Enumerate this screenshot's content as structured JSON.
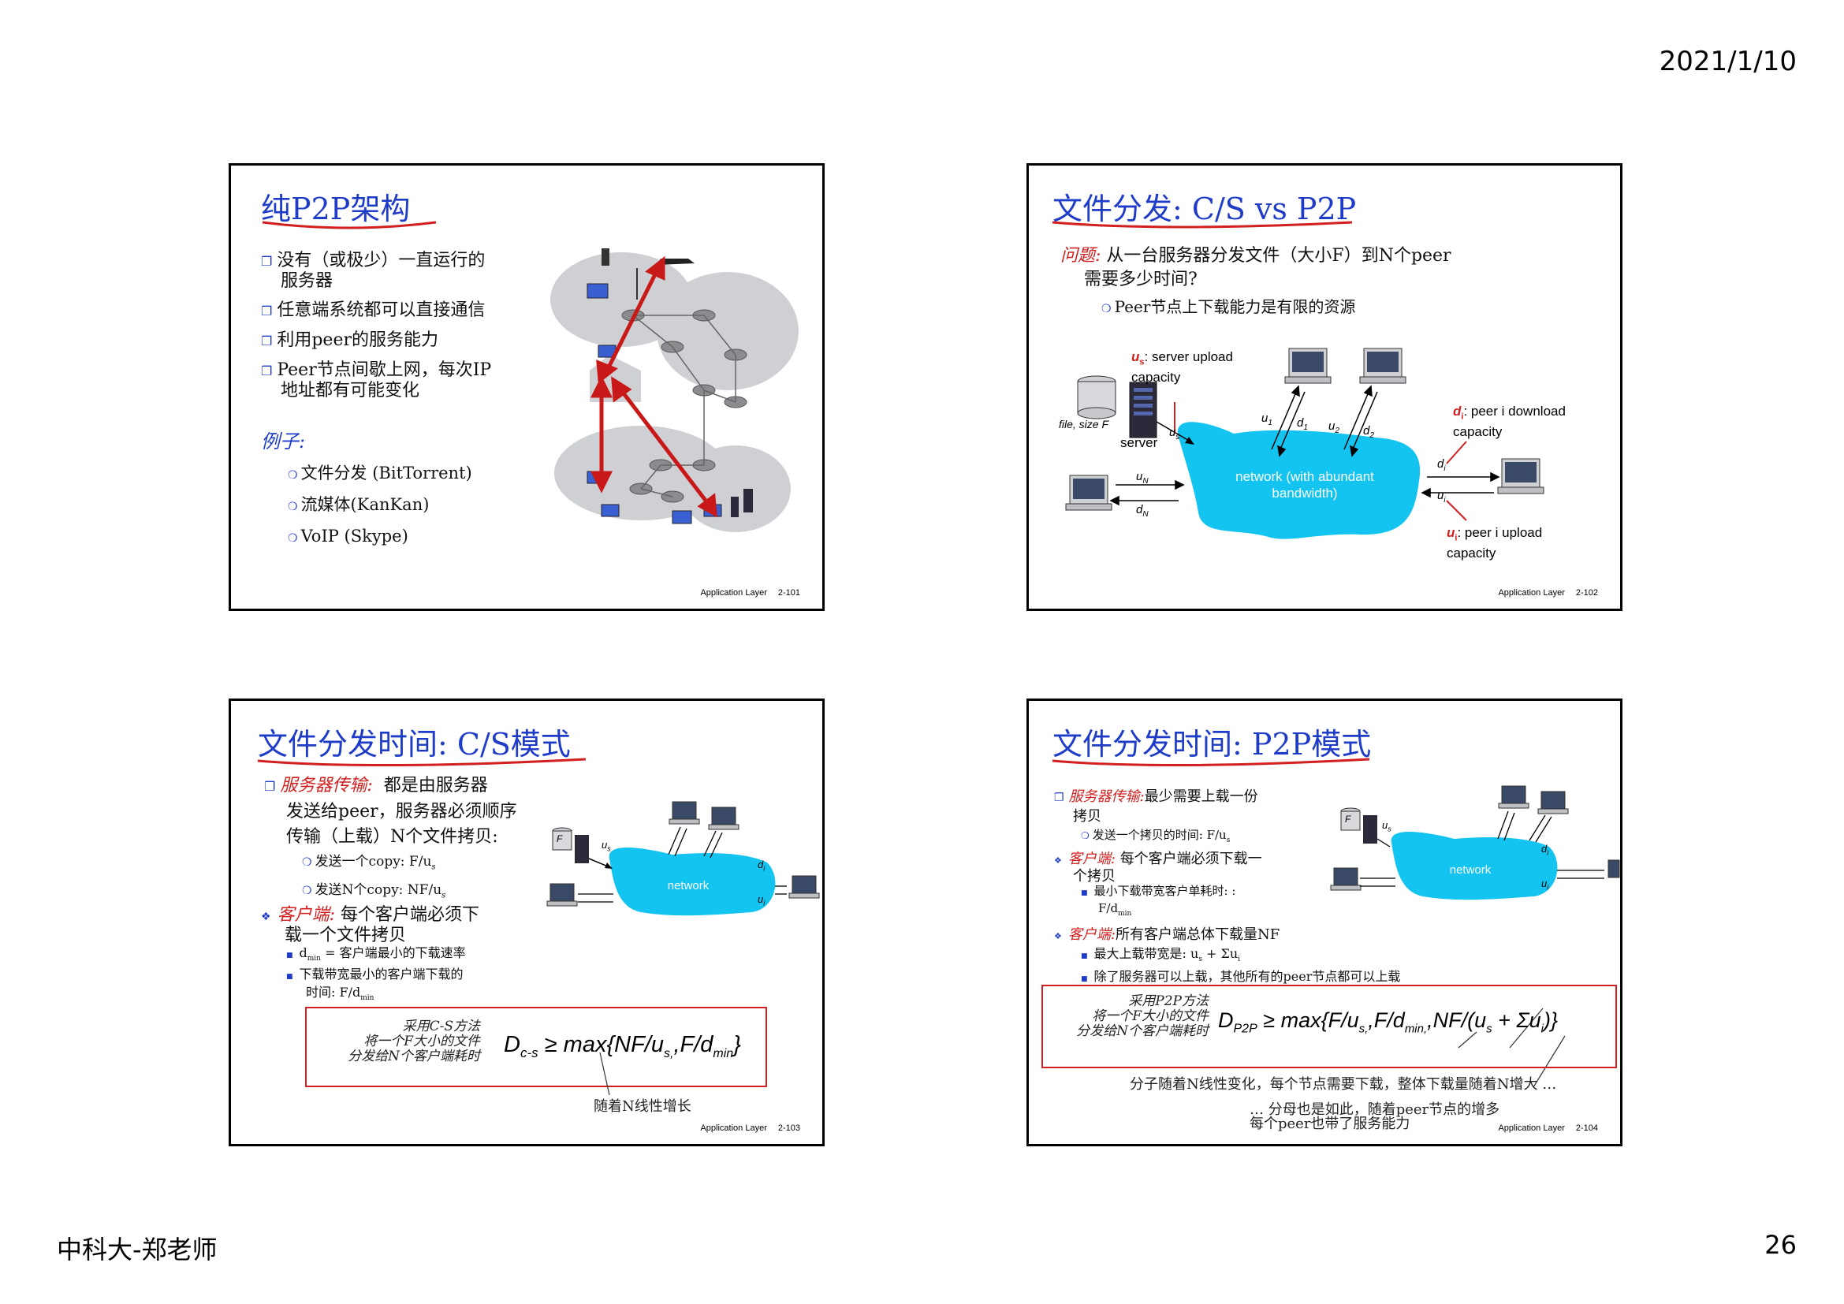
{
  "page": {
    "date": "2021/1/10",
    "author": "中科大-郑老师",
    "page_number": "26"
  },
  "slide1": {
    "title": "纯P2P架构",
    "bullets": [
      "没有（或极少）一直运行的",
      "服务器",
      "任意端系统都可以直接通信",
      "利用peer的服务能力",
      "Peer节点间歇上网，每次IP",
      "地址都有可能变化"
    ],
    "example_label": "例子:",
    "examples": [
      "文件分发 (BitTorrent)",
      "流媒体(KanKan)",
      "VoIP (Skype)"
    ],
    "footer_left": "Application Layer",
    "footer_right": "2-101"
  },
  "slide2": {
    "title": "文件分发: C/S vs P2P",
    "question_label": "问题:",
    "question_line1": "从一台服务器分发文件（大小F）到N个peer",
    "question_line2": "需要多少时间?",
    "sub": "Peer节点上下载能力是有限的资源",
    "us_label": "u",
    "us_sub": "s",
    "us_desc1": ": server upload",
    "us_desc2": "capacity",
    "file_label": "file, size F",
    "server_label": "server",
    "network_line1": "network (with abundant",
    "network_line2": "bandwidth)",
    "di_label": "d",
    "di_sub": "i",
    "di_desc1": ": peer i download",
    "di_desc2": "capacity",
    "ui_label": "u",
    "ui_sub": "i",
    "ui_desc1": ": peer i upload",
    "ui_desc2": "capacity",
    "footer_left": "Application Layer",
    "footer_right": "2-102"
  },
  "slide3": {
    "title": "文件分发时间: C/S模式",
    "server_label": "服务器传输:",
    "server_text1": "都是由服务器",
    "server_text2": "发送给peer，服务器必须顺序",
    "server_text3": "传输（上载）N个文件拷贝:",
    "sub1": "发送一个copy: F/u",
    "sub2": "发送N个copy:  NF/u",
    "client_label": "客户端:",
    "client_text1": "每个客户端必须下",
    "client_text2": "载一个文件拷贝",
    "sq1": "d",
    "sq1b": "min",
    "sq1c": " = 客户端最小的下载速率",
    "sq2a": "下载带宽最小的客户端下载的",
    "sq2b": "时间: F/d",
    "sq2c": "min",
    "network_label": "network",
    "formula_note1": "采用C-S方法",
    "formula_note2": "将一个F大小的文件",
    "formula_note3": "分发给N个客户端耗时",
    "formula": "D",
    "formula_sub": "c-s",
    "formula_rest": "≥ max{NF/u",
    "formula_rest2": ",F/d",
    "formula_rest3": "}",
    "annotation": "随着N线性增长",
    "footer_left": "Application Layer",
    "footer_right": "2-103"
  },
  "slide4": {
    "title": "文件分发时间: P2P模式",
    "server_label": "服务器传输:",
    "server_text1": "最少需要上载一份",
    "server_text2": "拷贝",
    "sub1": "发送一个拷贝的时间: F/u",
    "client_label": "客户端:",
    "client_text1": "每个客户端必须下载一",
    "client_text2": "个拷贝",
    "sq1a": "最小下载带宽客户单耗时: :",
    "sq1b": "F/d",
    "clients_label": "客户端:",
    "clients_text": "所有客户端总体下载量NF",
    "sq2": "最大上载带宽是: u",
    "sq2b": " + Σu",
    "sq3": "除了服务器可以上载，其他所有的peer节点都可以上载",
    "network_label": "network",
    "formula_note1": "采用P2P方法",
    "formula_note2": "将一个F大小的文件",
    "formula_note3": "分发给N个客户端耗时",
    "formula": "D",
    "formula_sub": "P2P",
    "formula_rest": "≥ max{F/u",
    "formula_rest2": ",F/d",
    "formula_rest3": ",NF/(u",
    "formula_rest4": " + Σu",
    "formula_rest5": ")}",
    "annotation1": "分子随着N线性变化，每个节点需要下载，整体下载量随着N增大 …",
    "annotation2": "… 分母也是如此，随着peer节点的增多",
    "annotation3": "每个peer也带了服务能力",
    "footer_left": "Application Layer",
    "footer_right": "2-104"
  },
  "colors": {
    "title_blue": "#1f3cc9",
    "accent_red": "#d21f1f",
    "cloud_cyan": "#14c4f0"
  }
}
